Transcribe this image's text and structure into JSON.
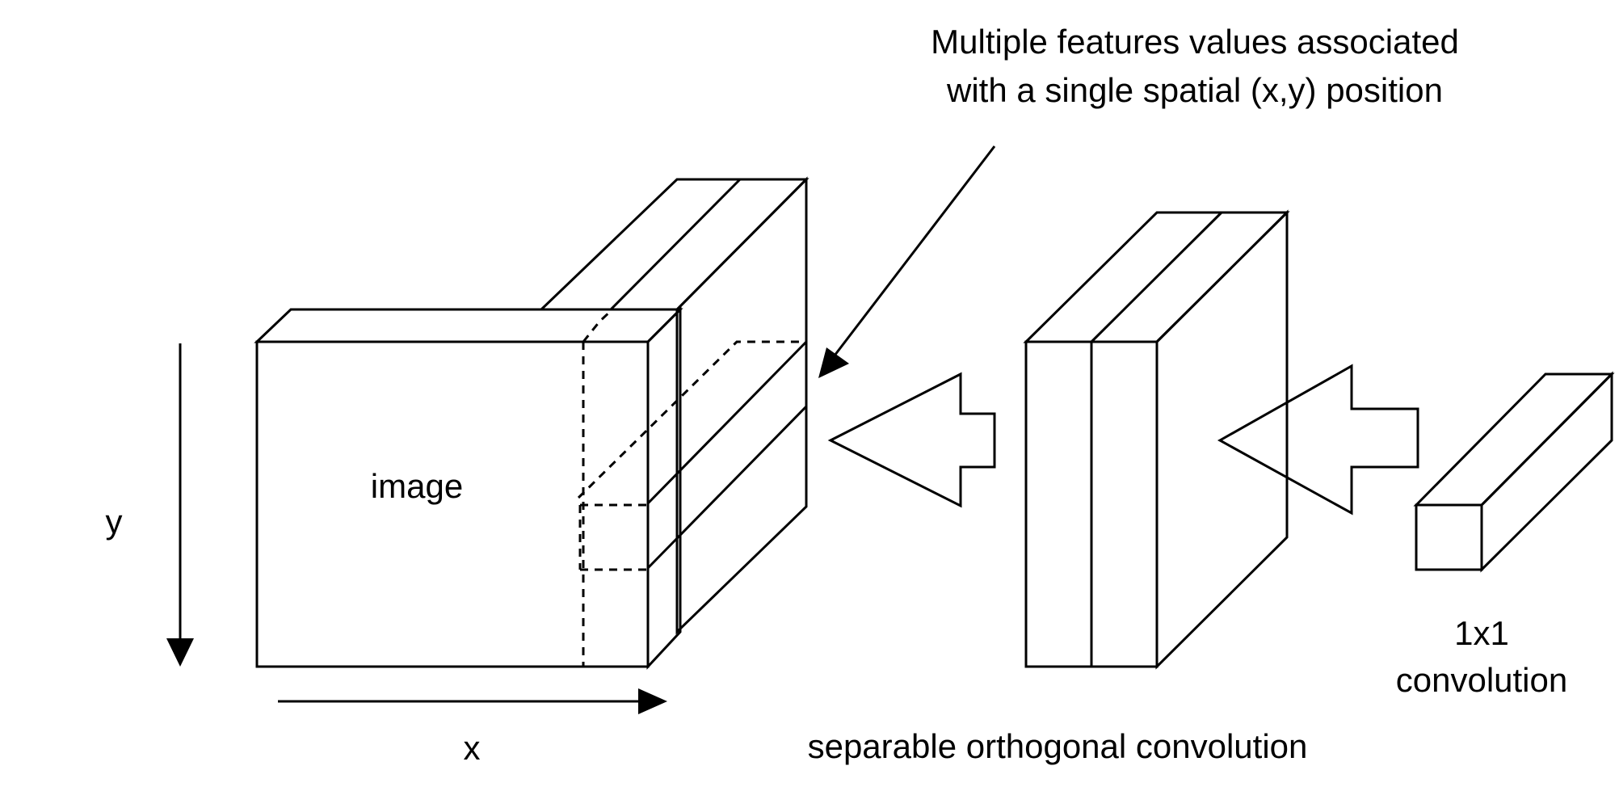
{
  "annotation": {
    "line1": "Multiple features  values associated",
    "line2": "with a single spatial (x,y) position"
  },
  "image_label": "image",
  "axis_x_label": "x",
  "axis_y_label": "y",
  "separable_label": "separable orthogonal convolution",
  "conv1x1": {
    "line1": "1x1",
    "line2": "convolution"
  },
  "colors": {
    "stroke": "#000000",
    "top_face": "#f2f2f2",
    "side_face": "#e6e6e6",
    "front_face": "#ffffff"
  }
}
